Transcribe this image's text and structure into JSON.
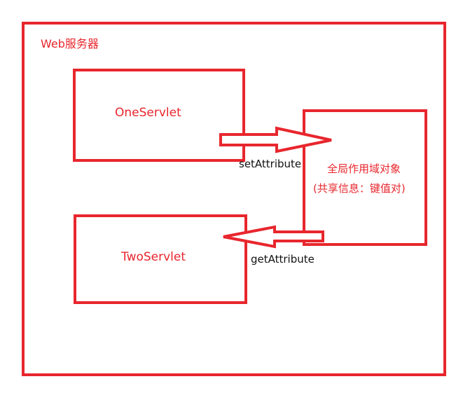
{
  "diagram": {
    "server": {
      "title": "Web服务器"
    },
    "nodes": {
      "one_servlet": "OneServlet",
      "two_servlet": "TwoServlet",
      "global_scope": {
        "line1": "全局作用域对象",
        "line2": "(共享信息：键值对)"
      }
    },
    "edges": {
      "set_attribute": "setAttribute",
      "get_attribute": "getAttribute"
    },
    "colors": {
      "stroke": "#e8262d",
      "text_red": "#e8262d",
      "text_black": "#111111"
    }
  }
}
